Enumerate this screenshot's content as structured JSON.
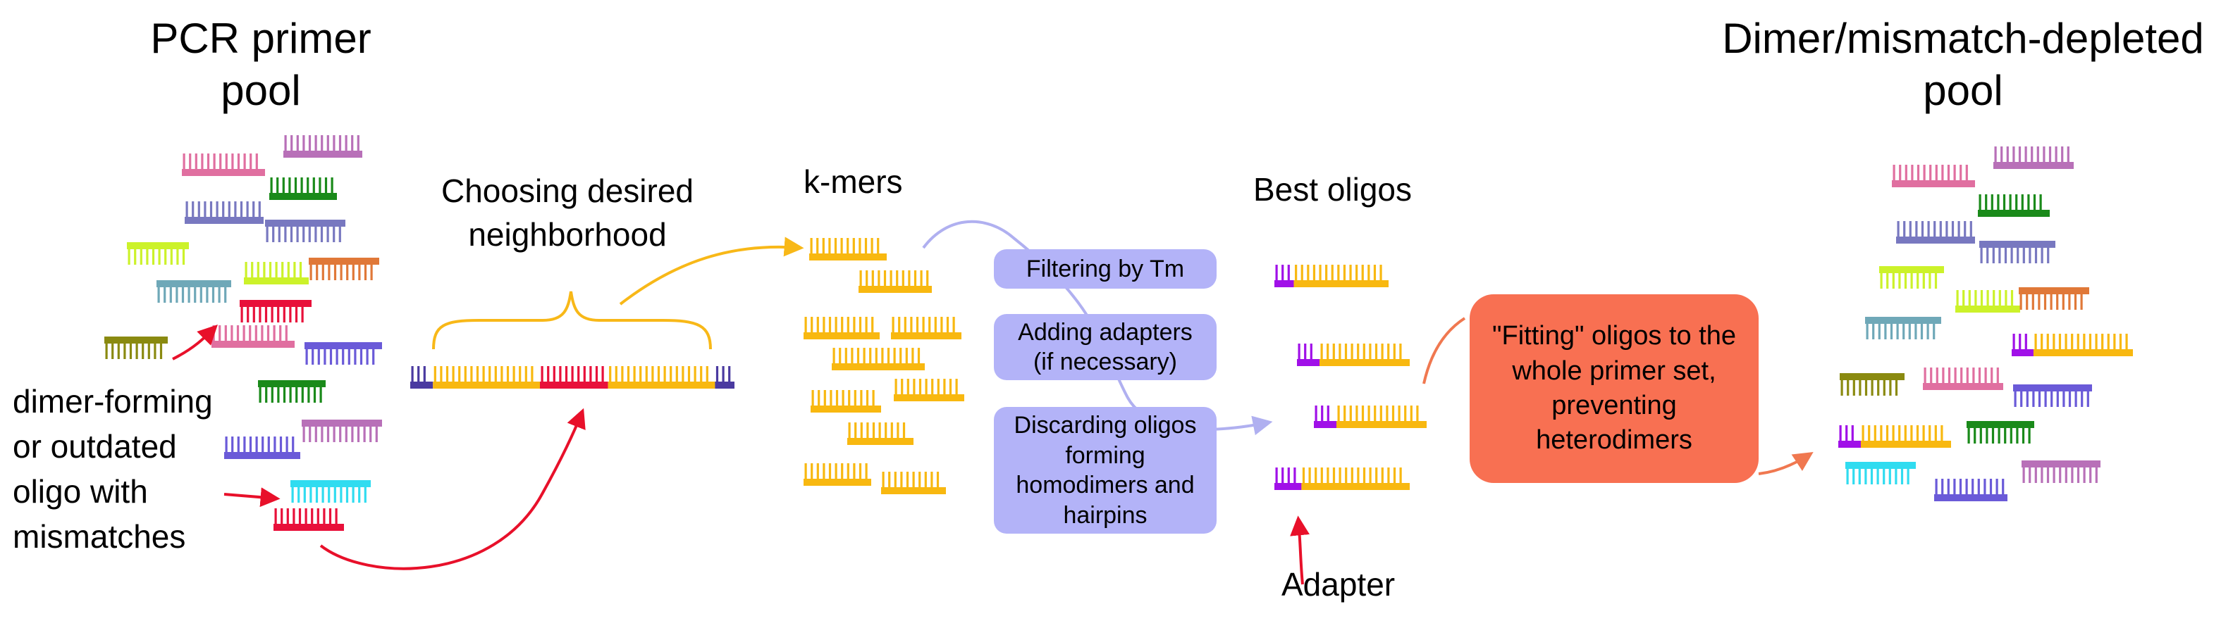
{
  "labels": {
    "pool_title": "PCR primer\npool",
    "neighborhood": "Choosing desired\nneighborhood",
    "kmers": "k-mers",
    "best_oligos": "Best oligos",
    "adapter": "Adapter",
    "depleted_title": "Dimer/mismatch-depleted\npool",
    "bad_oligo": "dimer-forming\nor outdated\noligo with\nmismatches"
  },
  "steps": {
    "filter_tm": "Filtering by Tm",
    "adding_adapters": "Adding adapters\n(if necessary)",
    "discarding": "Discarding oligos\nforming\nhomodimers and\nhairpins",
    "fitting": "\"Fitting\" oligos to the\nwhole primer set,\npreventing\nheterodimers"
  },
  "colors": {
    "pink": "#e06fa0",
    "lavender": "#b870b8",
    "green": "#1a8a1a",
    "slate": "#7878c0",
    "lime": "#ccf22a",
    "orange": "#e07838",
    "teal": "#6fa8b8",
    "red": "#e8103a",
    "olive": "#8a8a10",
    "periwinkle": "#6a5ad8",
    "cyan": "#30dcf0",
    "yellow": "#f8b810",
    "purple": "#a010e8",
    "navy": "#4a3aa0",
    "arrow_orange": "#f8b818",
    "arrow_red": "#e8102a",
    "arrow_lavender": "#b0b0f0",
    "arrow_coral": "#f07850",
    "step_box": "#b3b3f8",
    "fit_box": "#f87052"
  }
}
